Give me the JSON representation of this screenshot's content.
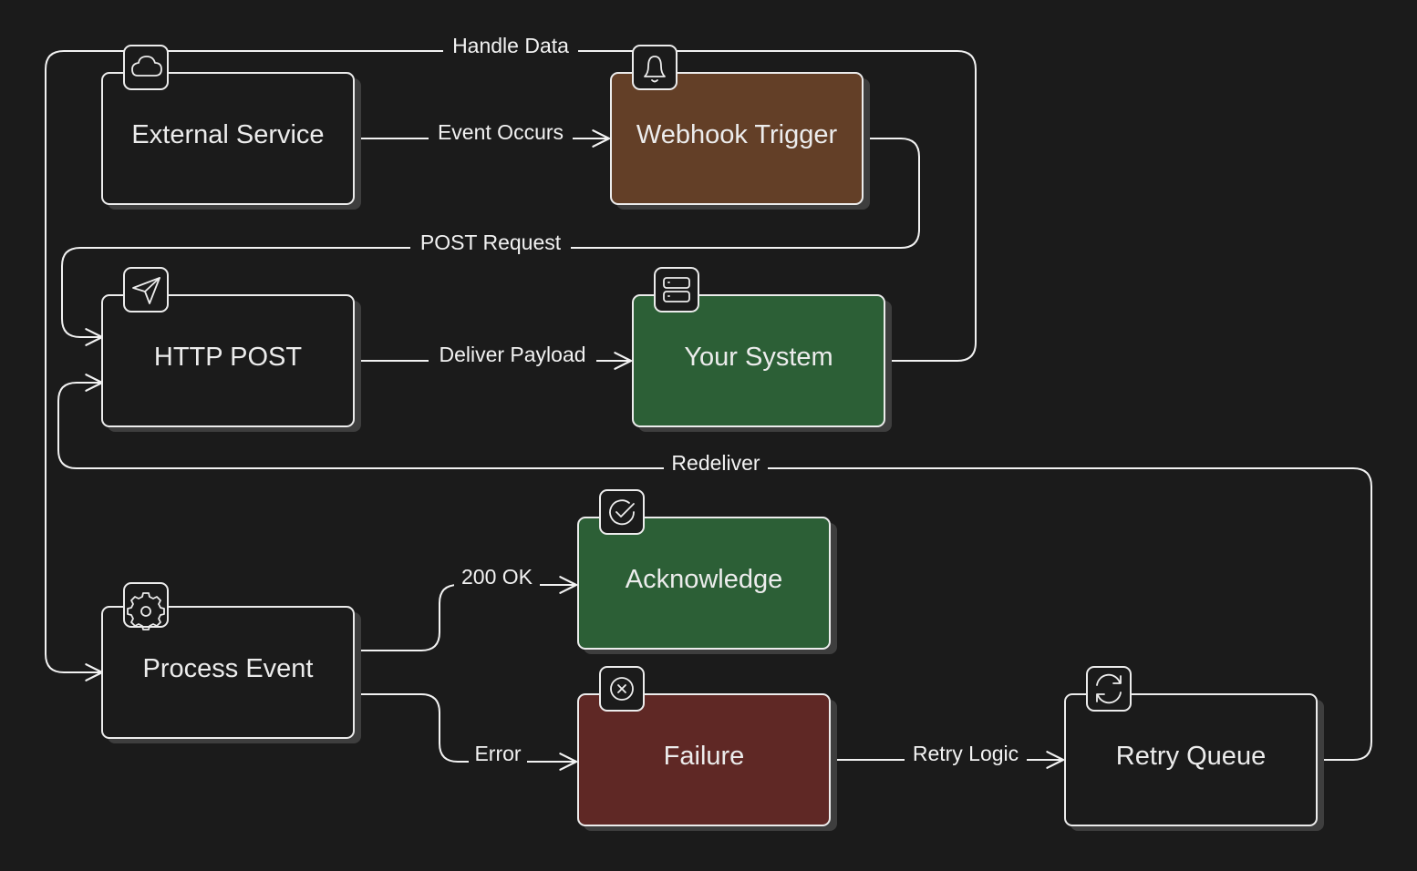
{
  "diagram": {
    "background": "#1b1b1b",
    "colors": {
      "stroke": "#ececec",
      "webhook_fill": "#633f27",
      "success_fill": "#2c5f36",
      "failure_fill": "#5f2825",
      "plain_fill": "#1b1b1b"
    },
    "nodes": {
      "external_service": {
        "label": "External Service",
        "icon": "cloud-icon"
      },
      "webhook_trigger": {
        "label": "Webhook Trigger",
        "icon": "bell-icon"
      },
      "http_post": {
        "label": "HTTP POST",
        "icon": "send-icon"
      },
      "your_system": {
        "label": "Your System",
        "icon": "server-icon"
      },
      "acknowledge": {
        "label": "Acknowledge",
        "icon": "check-circle-icon"
      },
      "process_event": {
        "label": "Process Event",
        "icon": "gear-icon"
      },
      "failure": {
        "label": "Failure",
        "icon": "x-circle-icon"
      },
      "retry_queue": {
        "label": "Retry Queue",
        "icon": "refresh-icon"
      }
    },
    "edges": {
      "event_occurs": {
        "label": "Event Occurs",
        "from": "External Service",
        "to": "Webhook Trigger"
      },
      "post_request": {
        "label": "POST Request",
        "from": "Webhook Trigger",
        "to": "HTTP POST"
      },
      "deliver_payload": {
        "label": "Deliver Payload",
        "from": "HTTP POST",
        "to": "Your System"
      },
      "handle_data": {
        "label": "Handle Data",
        "from": "Your System",
        "to": "Process Event"
      },
      "ok_200": {
        "label": "200 OK",
        "from": "Process Event",
        "to": "Acknowledge"
      },
      "error": {
        "label": "Error",
        "from": "Process Event",
        "to": "Failure"
      },
      "retry_logic": {
        "label": "Retry Logic",
        "from": "Failure",
        "to": "Retry Queue"
      },
      "redeliver": {
        "label": "Redeliver",
        "from": "Retry Queue",
        "to": "HTTP POST"
      }
    }
  }
}
